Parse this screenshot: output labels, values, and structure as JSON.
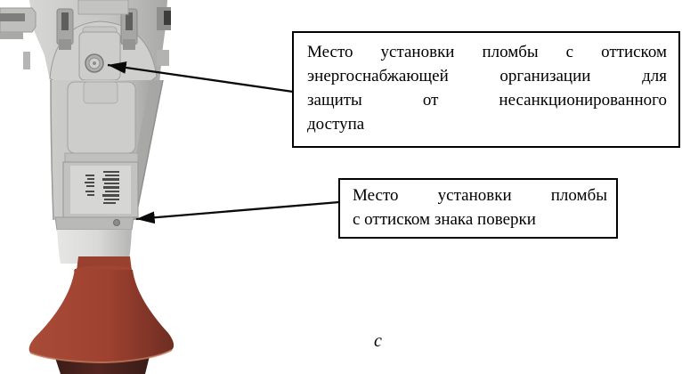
{
  "page": {
    "caption": "c"
  },
  "annotations": {
    "box1": {
      "lines": [
        "Место установки пломбы с оттиском",
        "энергоснабжающей организации для",
        "защиты от несанкционированного",
        "доступа"
      ]
    },
    "box2": {
      "lines": [
        "Место установки пломбы",
        "с оттиском знака поверки"
      ]
    }
  },
  "colors": {
    "page_bg": "#ffffff",
    "text": "#000000",
    "box_border": "#000000",
    "arrow": "#0a0a0a",
    "device_gray": "#c6c6c4",
    "device_gray_dark": "#9c9c9a",
    "insulator_red": "#9e4130",
    "insulator_dark": "#45211d"
  }
}
